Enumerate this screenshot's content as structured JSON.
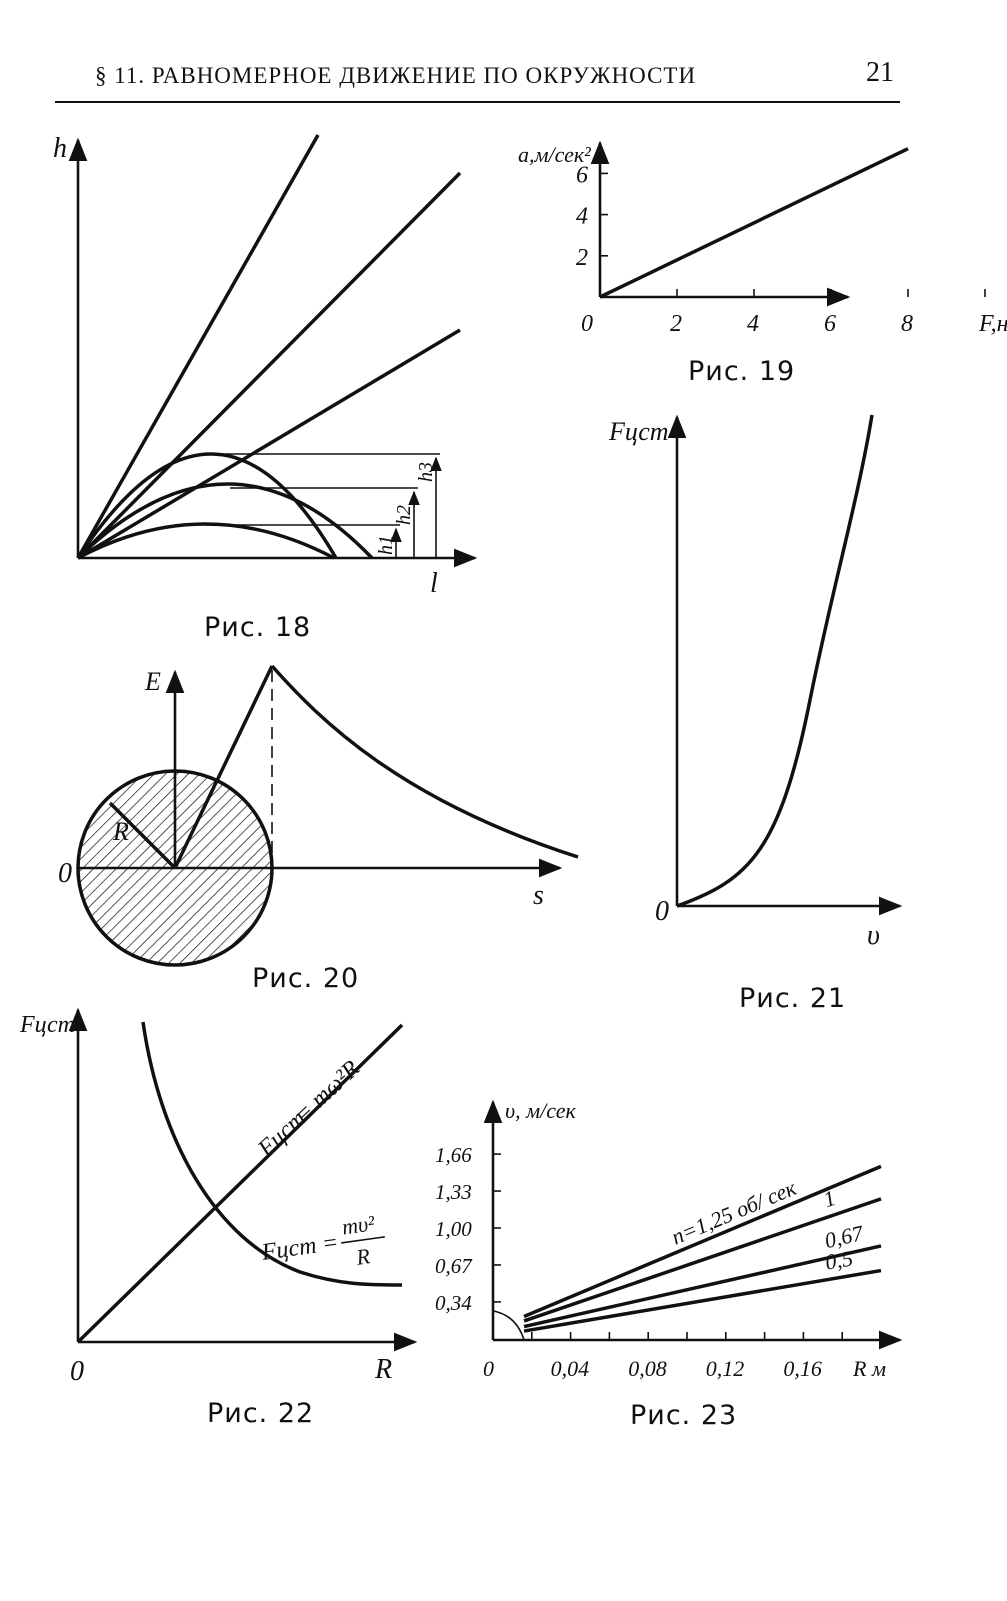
{
  "header": {
    "section": "§ 11. РАВНОМЕРНОЕ ДВИЖЕНИЕ ПО ОКРУЖНОСТИ",
    "page_number": "21"
  },
  "captions": {
    "fig18": "Рис. 18",
    "fig19": "Рис. 19",
    "fig20": "Рис. 20",
    "fig21": "Рис. 21",
    "fig22": "Рис. 22",
    "fig23": "Рис. 23"
  },
  "chart_data": [
    {
      "figure": "Рис. 18",
      "type": "line",
      "ylabel": "h",
      "xlabel": "l",
      "annotations": [
        "h1",
        "h2",
        "h3"
      ]
    },
    {
      "figure": "Рис. 19",
      "type": "line",
      "ylabel": "a,м/сек²",
      "xlabel": "F,н",
      "x_ticks": [
        0,
        2,
        4,
        6,
        8
      ],
      "y_ticks": [
        2,
        4,
        6
      ],
      "series": [
        {
          "x": [
            0,
            8
          ],
          "y": [
            0,
            7.2
          ]
        }
      ]
    },
    {
      "figure": "Рис. 20",
      "type": "line",
      "ylabel": "E",
      "xlabel": "s",
      "origin_label": "0",
      "radius_label": "R"
    },
    {
      "figure": "Рис. 21",
      "type": "line",
      "ylabel": "Fцст",
      "xlabel": "υ",
      "origin_label": "0"
    },
    {
      "figure": "Рис. 22",
      "type": "line",
      "ylabel": "Fцст",
      "xlabel": "R",
      "origin_label": "0",
      "curve_labels": {
        "line_lhs": "Fцст",
        "line_rhs": "= mω²R",
        "hyp_lhs": "Fцст =",
        "hyp_num": "mυ²",
        "hyp_den": "R"
      }
    },
    {
      "figure": "Рис. 23",
      "type": "line",
      "ylabel": "υ, м/сек",
      "xlabel": "R м",
      "origin_label": "0",
      "x_ticks": [
        "0,04",
        "0,08",
        "0,12",
        "0,16"
      ],
      "y_ticks": [
        "0,34",
        "0,67",
        "1,00",
        "1,33",
        "1,66"
      ],
      "series": [
        {
          "name": "n=1,25 об/ сек",
          "x": [
            0.016,
            0.2
          ],
          "y": [
            0.21,
            1.55
          ]
        },
        {
          "name": "1",
          "x": [
            0.016,
            0.2
          ],
          "y": [
            0.17,
            1.26
          ]
        },
        {
          "name": "0,67",
          "x": [
            0.016,
            0.2
          ],
          "y": [
            0.12,
            0.84
          ]
        },
        {
          "name": "0,5",
          "x": [
            0.016,
            0.2
          ],
          "y": [
            0.08,
            0.62
          ]
        }
      ]
    }
  ]
}
